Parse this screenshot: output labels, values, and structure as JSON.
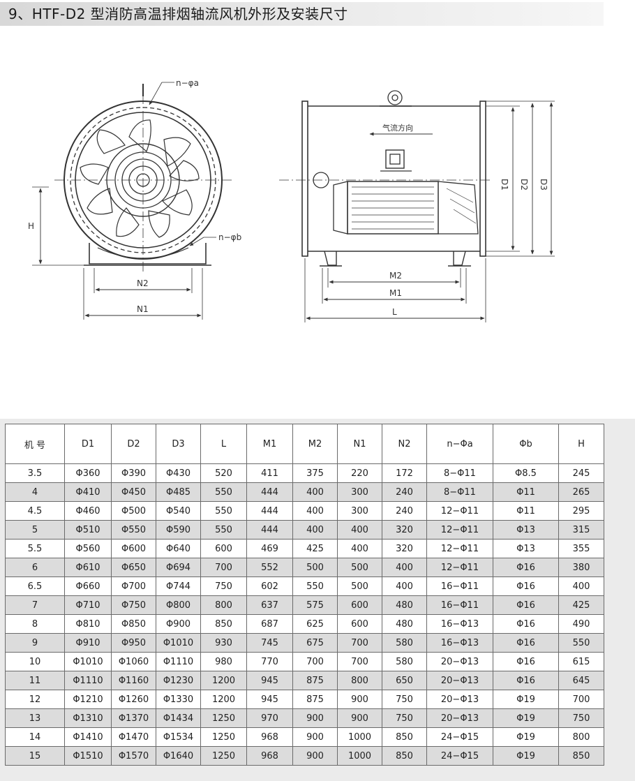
{
  "page": {
    "title": "9、HTF-D2 型消防高温排烟轴流风机外形及安装尺寸"
  },
  "drawing": {
    "labels": {
      "n_phi_a": "n−φa",
      "n_phi_b": "n−φb",
      "h": "H",
      "n2": "N2",
      "n1": "N1",
      "airflow": "气流方向",
      "d1": "D1",
      "d2": "D2",
      "d3": "D3",
      "m2": "M2",
      "m1": "M1",
      "l": "L"
    }
  },
  "table": {
    "headers": [
      "机 号",
      "D1",
      "D2",
      "D3",
      "L",
      "M1",
      "M2",
      "N1",
      "N2",
      "n−Φa",
      "Φb",
      "H"
    ],
    "rows": [
      [
        "3.5",
        "Φ360",
        "Φ390",
        "Φ430",
        "520",
        "411",
        "375",
        "220",
        "172",
        "8−Φ11",
        "Φ8.5",
        "245"
      ],
      [
        "4",
        "Φ410",
        "Φ450",
        "Φ485",
        "550",
        "444",
        "400",
        "300",
        "240",
        "8−Φ11",
        "Φ11",
        "265"
      ],
      [
        "4.5",
        "Φ460",
        "Φ500",
        "Φ540",
        "550",
        "444",
        "400",
        "300",
        "240",
        "12−Φ11",
        "Φ11",
        "295"
      ],
      [
        "5",
        "Φ510",
        "Φ550",
        "Φ590",
        "550",
        "444",
        "400",
        "400",
        "320",
        "12−Φ11",
        "Φ13",
        "315"
      ],
      [
        "5.5",
        "Φ560",
        "Φ600",
        "Φ640",
        "600",
        "469",
        "425",
        "400",
        "320",
        "12−Φ11",
        "Φ13",
        "355"
      ],
      [
        "6",
        "Φ610",
        "Φ650",
        "Φ694",
        "700",
        "552",
        "500",
        "500",
        "400",
        "12−Φ11",
        "Φ16",
        "380"
      ],
      [
        "6.5",
        "Φ660",
        "Φ700",
        "Φ744",
        "750",
        "602",
        "550",
        "500",
        "400",
        "16−Φ11",
        "Φ16",
        "400"
      ],
      [
        "7",
        "Φ710",
        "Φ750",
        "Φ800",
        "800",
        "637",
        "575",
        "600",
        "480",
        "16−Φ11",
        "Φ16",
        "425"
      ],
      [
        "8",
        "Φ810",
        "Φ850",
        "Φ900",
        "850",
        "687",
        "625",
        "600",
        "480",
        "16−Φ13",
        "Φ16",
        "490"
      ],
      [
        "9",
        "Φ910",
        "Φ950",
        "Φ1010",
        "930",
        "745",
        "675",
        "700",
        "580",
        "16−Φ13",
        "Φ16",
        "550"
      ],
      [
        "10",
        "Φ1010",
        "Φ1060",
        "Φ1110",
        "980",
        "770",
        "700",
        "700",
        "580",
        "20−Φ13",
        "Φ16",
        "615"
      ],
      [
        "11",
        "Φ1110",
        "Φ1160",
        "Φ1230",
        "1200",
        "945",
        "875",
        "800",
        "650",
        "20−Φ13",
        "Φ16",
        "645"
      ],
      [
        "12",
        "Φ1210",
        "Φ1260",
        "Φ1330",
        "1200",
        "945",
        "875",
        "900",
        "750",
        "20−Φ13",
        "Φ19",
        "700"
      ],
      [
        "13",
        "Φ1310",
        "Φ1370",
        "Φ1434",
        "1250",
        "970",
        "900",
        "900",
        "750",
        "20−Φ13",
        "Φ19",
        "750"
      ],
      [
        "14",
        "Φ1410",
        "Φ1470",
        "Φ1534",
        "1250",
        "968",
        "900",
        "1000",
        "850",
        "24−Φ15",
        "Φ19",
        "800"
      ],
      [
        "15",
        "Φ1510",
        "Φ1570",
        "Φ1640",
        "1250",
        "968",
        "900",
        "1000",
        "850",
        "24−Φ15",
        "Φ19",
        "850"
      ]
    ]
  }
}
